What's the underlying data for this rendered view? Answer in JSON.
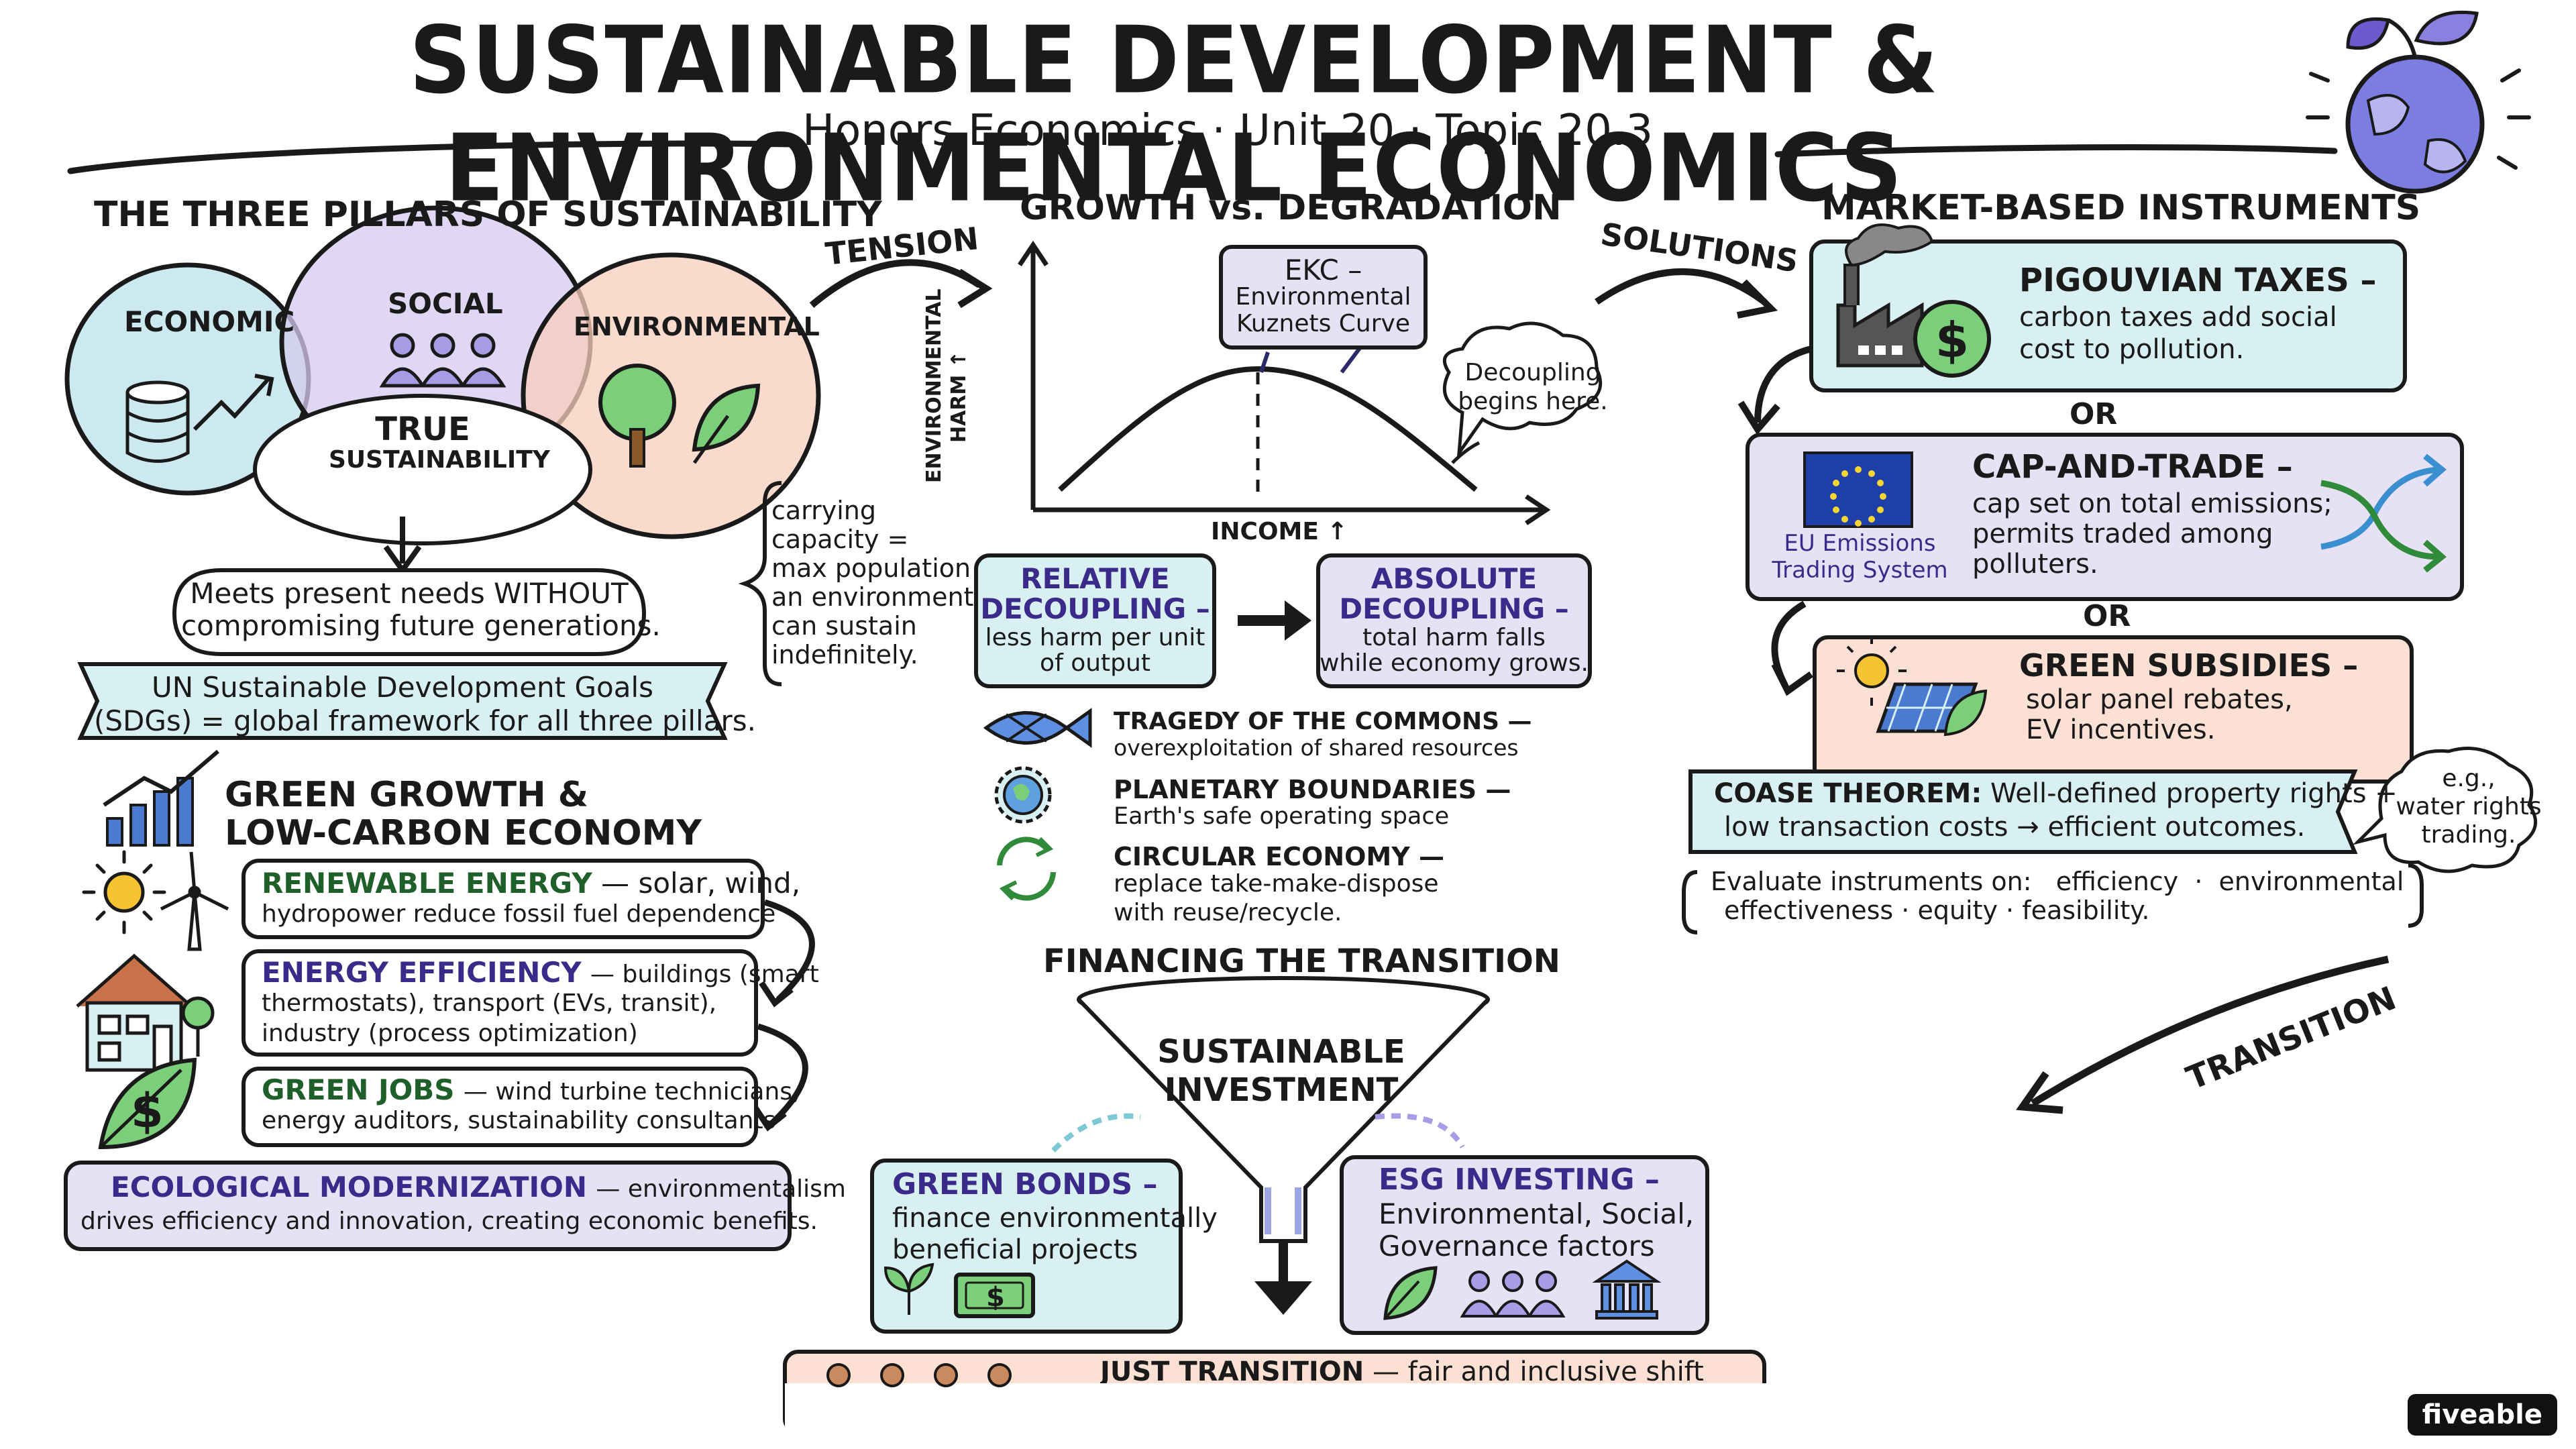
{
  "header": {
    "title": "SUSTAINABLE DEVELOPMENT & ENVIRONMENTAL ECONOMICS",
    "subtitle": "Honors Economics · Unit 20 · Topic 20.3"
  },
  "pillars": {
    "heading": "THE THREE PILLARS OF SUSTAINABILITY",
    "economic": "ECONOMIC",
    "social": "SOCIAL",
    "environmental": "ENVIRONMENTAL",
    "center_line1": "TRUE",
    "center_line2": "SUSTAINABILITY",
    "definition_line1": "Meets present needs WITHOUT",
    "definition_line2": "compromising future generations.",
    "sdg_line1": "UN Sustainable Development Goals",
    "sdg_line2": "(SDGs) = global framework for all three pillars.",
    "carrying_capacity": [
      "carrying",
      "capacity =",
      "max population",
      "an environment",
      "can sustain",
      "indefinitely."
    ]
  },
  "green_growth": {
    "heading_line1": "GREEN GROWTH &",
    "heading_line2": "LOW-CARBON ECONOMY",
    "renewable_title": "RENEWABLE ENERGY",
    "renewable_text1": "— solar, wind,",
    "renewable_text2": "hydropower reduce fossil fuel dependence",
    "efficiency_title": "ENERGY EFFICIENCY",
    "efficiency_text1": "— buildings (smart",
    "efficiency_text2": "thermostats), transport (EVs, transit),",
    "efficiency_text3": "industry (process optimization)",
    "jobs_title": "GREEN JOBS",
    "jobs_text1": "— wind turbine technicians,",
    "jobs_text2": "energy auditors, sustainability consultants",
    "eco_title": "ECOLOGICAL MODERNIZATION",
    "eco_text1": "— environmentalism",
    "eco_text2": "drives efficiency and innovation, creating economic benefits."
  },
  "growth": {
    "tension": "TENSION",
    "heading": "GROWTH vs. DEGRADATION",
    "ekc_line1": "EKC –",
    "ekc_line2": "Environmental",
    "ekc_line3": "Kuznets Curve",
    "decoupling_note_line1": "Decoupling",
    "decoupling_note_line2": "begins here.",
    "y_label_line1": "ENVIRONMENTAL",
    "y_label_line2": "HARM ↑",
    "x_label": "INCOME ↑",
    "relative_title1": "RELATIVE",
    "relative_title2": "DECOUPLING –",
    "relative_text1": "less harm per unit",
    "relative_text2": "of output",
    "absolute_title1": "ABSOLUTE",
    "absolute_title2": "DECOUPLING –",
    "absolute_text1": "total harm falls",
    "absolute_text2": "while economy grows.",
    "tragedy_title": "TRAGEDY OF THE COMMONS —",
    "tragedy_text": "overexploitation of shared resources",
    "planetary_title": "PLANETARY BOUNDARIES —",
    "planetary_text": "Earth's safe operating space",
    "circular_title": "CIRCULAR ECONOMY —",
    "circular_text1": "replace take-make-dispose",
    "circular_text2": "with reuse/recycle."
  },
  "financing": {
    "heading": "FINANCING THE TRANSITION",
    "funnel_line1": "SUSTAINABLE",
    "funnel_line2": "INVESTMENT",
    "bonds_title": "GREEN BONDS –",
    "bonds_text1": "finance environmentally",
    "bonds_text2": "beneficial projects",
    "esg_title": "ESG INVESTING –",
    "esg_text1": "Environmental, Social,",
    "esg_text2": "Governance factors",
    "just_title": "JUST TRANSITION",
    "just_text": "— fair and inclusive shift"
  },
  "market": {
    "solutions": "SOLUTIONS",
    "heading": "MARKET-BASED INSTRUMENTS",
    "pigou_title": "PIGOUVIAN TAXES –",
    "pigou_text1": "carbon taxes add social",
    "pigou_text2": "cost to pollution.",
    "or1": "OR",
    "cap_title": "CAP-AND-TRADE –",
    "cap_text1": "cap set on total emissions;",
    "cap_text2": "permits traded among",
    "cap_text3": "polluters.",
    "eu_line1": "EU Emissions",
    "eu_line2": "Trading System",
    "or2": "OR",
    "subsidy_title": "GREEN SUBSIDIES –",
    "subsidy_text1": "solar panel rebates,",
    "subsidy_text2": "EV incentives.",
    "coase_title": "COASE THEOREM:",
    "coase_text1": "Well-defined property rights +",
    "coase_text2": "low transaction costs → efficient outcomes.",
    "eg_line1": "e.g.,",
    "eg_line2": "water rights",
    "eg_line3": "trading.",
    "evaluate_line1": "Evaluate instruments on:   efficiency  ·  environmental",
    "evaluate_line2": "effectiveness · equity · feasibility.",
    "transition": "TRANSITION"
  },
  "brand": "fiveable",
  "colors": {
    "blue_fill": "#d9f0f2",
    "purple_fill": "#e7e1f5",
    "peach_fill": "#fbe0d3",
    "ink": "#1a1a1a",
    "green_text": "#1f5f2a",
    "purple_text": "#3a2b8a"
  },
  "icons": [
    "globe-sprout-icon",
    "coins-chart-icon",
    "people-icon",
    "tree-leaf-icon",
    "sun-icon",
    "wind-turbine-icon",
    "house-icon",
    "dollar-leaf-icon",
    "fish-icon",
    "globe-icon",
    "recycle-icon",
    "factory-dollar-icon",
    "eu-flag-icon",
    "crossing-arrows-icon",
    "solar-panel-icon",
    "sprout-icon",
    "cash-icon",
    "people-group-icon",
    "bank-icon"
  ]
}
